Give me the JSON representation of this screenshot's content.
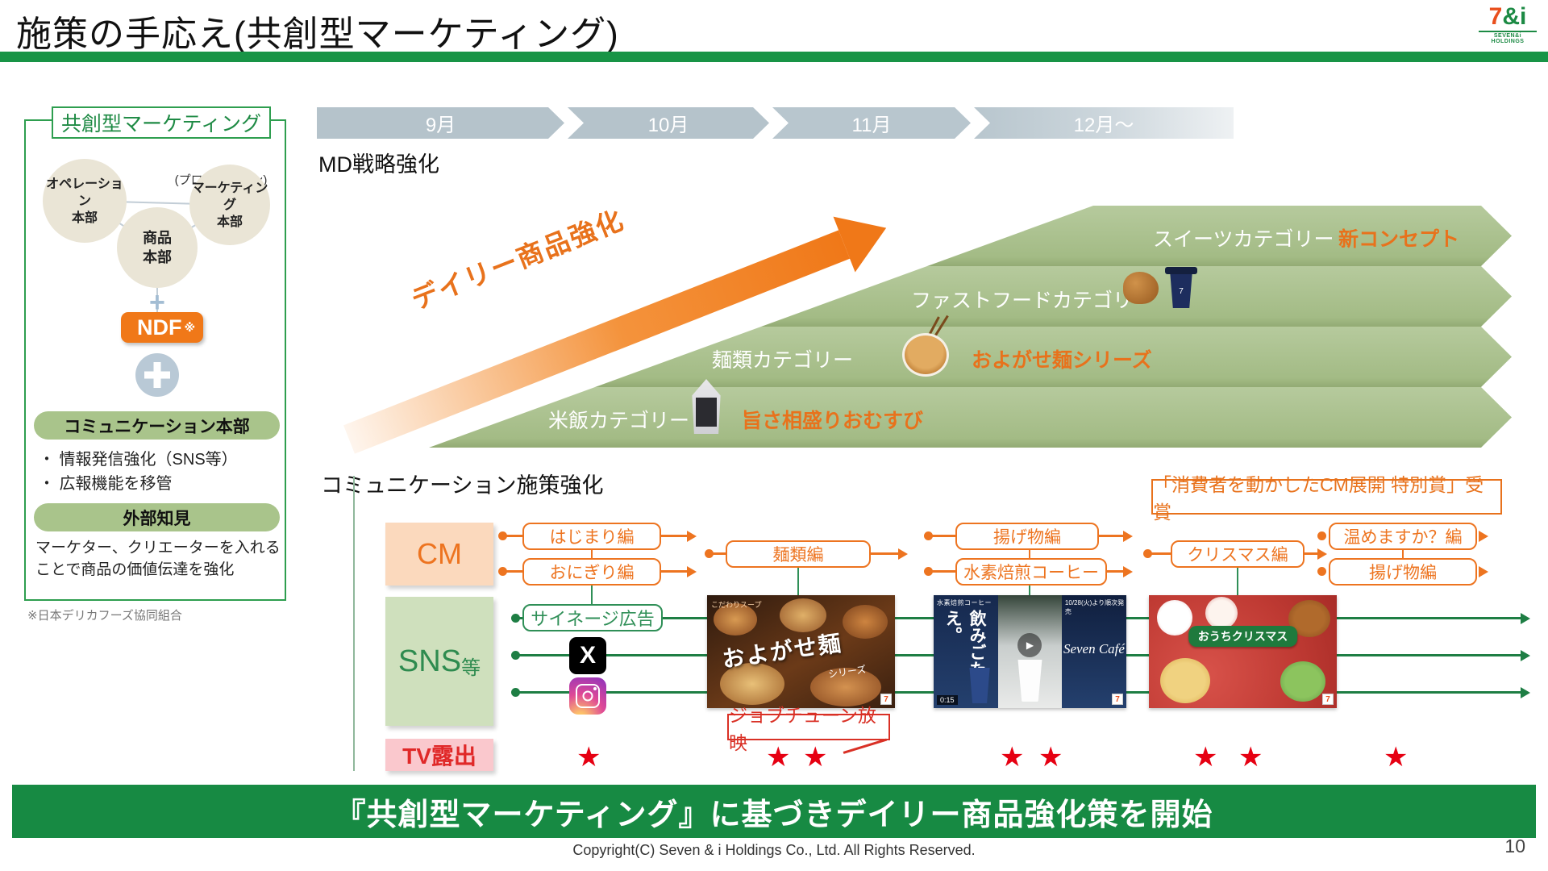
{
  "slide": {
    "title": "施策の手応え(共創型マーケティング)",
    "banner": "『共創型マーケティング』に基づきデイリー商品強化策を開始",
    "copyright": "Copyright(C) Seven & i Holdings Co., Ltd. All Rights Reserved.",
    "page_number": "10"
  },
  "logo": {
    "mark": "7&i",
    "caption": "SEVEN&i HOLDINGS"
  },
  "left_panel": {
    "title": "共創型マーケティング",
    "promo_note": "(プロモーション)",
    "circles": {
      "operation": "オペレーション\n本部",
      "marketing": "マーケティング\n本部",
      "product": "商品\n本部"
    },
    "plus_small": "+",
    "ndf_label": "NDF",
    "ndf_note": "※",
    "comm_pill": "コミュニケーション本部",
    "comm_bullets": [
      "・ 情報発信強化（SNS等）",
      "・ 広報機能を移管"
    ],
    "external_pill": "外部知見",
    "external_desc": "マーケター、クリエーターを入れる\nことで商品の価値伝達を強化",
    "footnote": "※日本デリカフーズ協同組合"
  },
  "timeline": {
    "months": [
      "9月",
      "10月",
      "11月",
      "12月～"
    ]
  },
  "md": {
    "title": "MD戦略強化",
    "arrow_label": "デイリー商品強化",
    "bands": [
      {
        "category": "スイーツカテゴリー",
        "highlight": "新コンセプト"
      },
      {
        "category": "ファストフードカテゴリー",
        "highlight": ""
      },
      {
        "category": "麺類カテゴリー",
        "highlight": "およがせ麺シリーズ"
      },
      {
        "category": "米飯カテゴリー",
        "highlight": "旨さ相盛りおむすび"
      }
    ]
  },
  "comm": {
    "title": "コミュニケーション施策強化",
    "award": "「消費者を動かしたCM展開 特別賞」受賞",
    "row_cm": "CM",
    "row_sns": "SNS",
    "row_sns_suffix": "等",
    "row_tv": "TV露出",
    "cm_boxes": [
      "はじまり編",
      "おにぎり編",
      "麺類編",
      "揚げ物編",
      "水素焙煎コーヒー",
      "クリスマス編",
      "温めますか？編",
      "揚げ物編"
    ],
    "signage": "サイネージ広告",
    "jobtune": "ジョブチューン放映",
    "star": "★",
    "ads": {
      "ramen": {
        "badge": "こだわりスープ",
        "title": "およがせ麺",
        "sub": "シリーズ"
      },
      "coffee": {
        "head": "水素焙煎コーヒー",
        "main": "飲みごたえ。",
        "duration": "0:15",
        "date": "10/28(火)より順次発売",
        "brand": "Seven Café"
      },
      "christmas": {
        "ribbon": "おうちクリスマス"
      }
    }
  },
  "icons": {
    "x": "X",
    "play": "▶",
    "seven": "7"
  }
}
